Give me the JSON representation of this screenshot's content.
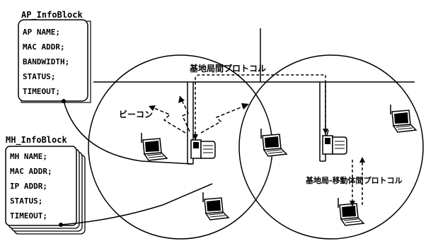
{
  "ap_block": {
    "title": "AP_InfoBlock",
    "fields": [
      "AP NAME;",
      "MAC ADDR;",
      "BANDWIDTH;",
      "STATUS;",
      "TIMEOUT;"
    ]
  },
  "mh_block": {
    "title": "MH_InfoBlock",
    "fields": [
      "MH NAME;",
      "MAC ADDR;",
      "IP ADDR;",
      "STATUS;",
      "TIMEOUT;"
    ]
  },
  "labels": {
    "inter_bs_protocol": "基地局間プロトコル",
    "beacon": "ビーコン",
    "bs_mobile_protocol": "基地局-移動体間プロトコル"
  }
}
